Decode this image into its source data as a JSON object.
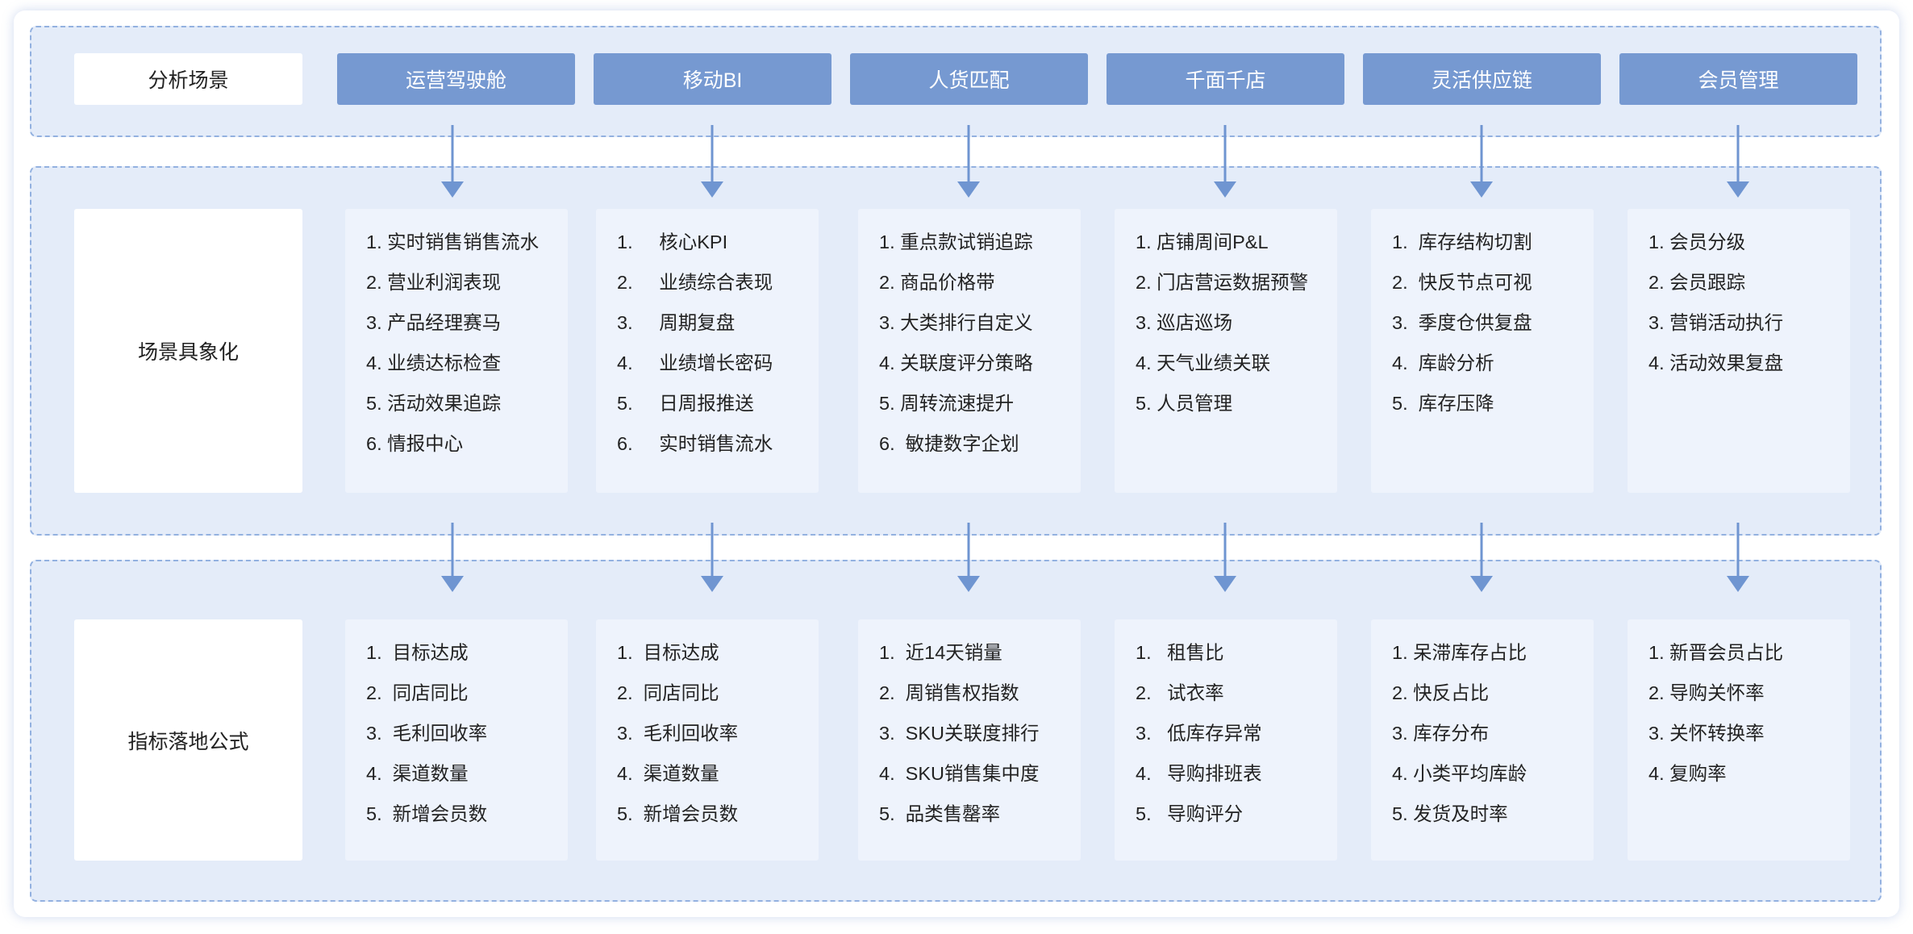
{
  "colors": {
    "band": "#e4ecf9",
    "band_border": "#93b1e0",
    "header": "#7699d1",
    "card": "#eef3fc",
    "arrow": "#6f95d1"
  },
  "rows": {
    "scene": "分析场景",
    "concrete": "场景具象化",
    "formula": "指标落地公式"
  },
  "columns": [
    {
      "title": "运营驾驶舱",
      "concrete": [
        "1. 实时销售销售流水",
        "2. 营业利润表现",
        "3. 产品经理赛马",
        "4. 业绩达标检查",
        "5. 活动效果追踪",
        "6. 情报中心"
      ],
      "formula": [
        "1.  目标达成",
        "2.  同店同比",
        "3.  毛利回收率",
        "4.  渠道数量",
        "5.  新增会员数"
      ]
    },
    {
      "title": "移动BI",
      "concrete": [
        "1.     核心KPI",
        "2.     业绩综合表现",
        "3.     周期复盘",
        "4.     业绩增长密码",
        "5.     日周报推送",
        "6.     实时销售流水"
      ],
      "formula": [
        "1.  目标达成",
        "2.  同店同比",
        "3.  毛利回收率",
        "4.  渠道数量",
        "5.  新增会员数"
      ]
    },
    {
      "title": "人货匹配",
      "concrete": [
        "1. 重点款试销追踪",
        "2. 商品价格带",
        "3. 大类排行自定义",
        "4. 关联度评分策略",
        "5. 周转流速提升",
        "6.  敏捷数字企划"
      ],
      "formula": [
        "1.  近14天销量",
        "2.  周销售权指数",
        "3.  SKU关联度排行",
        "4.  SKU销售集中度",
        "5.  品类售罄率"
      ]
    },
    {
      "title": "千面千店",
      "concrete": [
        "1. 店铺周间P&L",
        "2. 门店营运数据预警",
        "3. 巡店巡场",
        "4. 天气业绩关联",
        "5. 人员管理"
      ],
      "formula": [
        "1.   租售比",
        "2.   试衣率",
        "3.   低库存异常",
        "4.   导购排班表",
        "5.   导购评分"
      ]
    },
    {
      "title": "灵活供应链",
      "concrete": [
        "1.  库存结构切割",
        "2.  快反节点可视",
        "3.  季度仓供复盘",
        "4.  库龄分析",
        "5.  库存压降"
      ],
      "formula": [
        "1. 呆滞库存占比",
        "2. 快反占比",
        "3. 库存分布",
        "4. 小类平均库龄",
        "5. 发货及时率"
      ]
    },
    {
      "title": "会员管理",
      "concrete": [
        "1. 会员分级",
        "2. 会员跟踪",
        "3. 营销活动执行",
        "4. 活动效果复盘"
      ],
      "formula": [
        "1. 新晋会员占比",
        "2. 导购关怀率",
        "3. 关怀转换率",
        "4. 复购率"
      ]
    }
  ]
}
